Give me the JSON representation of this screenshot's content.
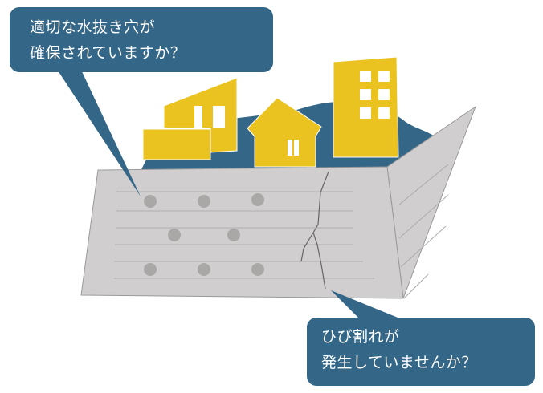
{
  "colors": {
    "bubble": "#336687",
    "building": "#eac321",
    "wall": "#d0cecf",
    "hole": "#aaa7a7",
    "mound": "#336687"
  },
  "bubbles": {
    "drainage": {
      "line1": "適切な水抜き穴が",
      "line2": "確保されていますか？"
    },
    "crack": {
      "line1": "ひび割れが",
      "line2": "発生していませんか？"
    }
  }
}
